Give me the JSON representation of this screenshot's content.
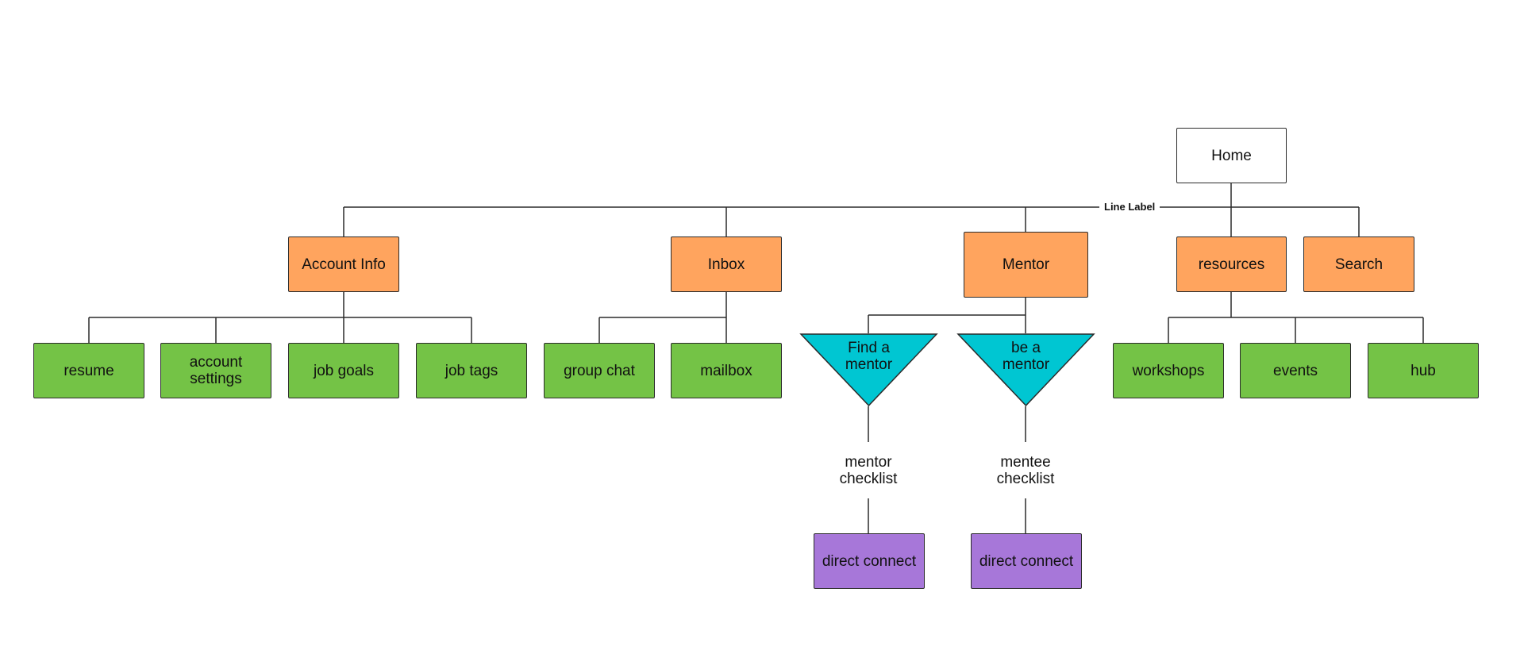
{
  "colors": {
    "root": "#ffffff",
    "section": "#ffa45e",
    "leaf": "#74c346",
    "decision": "#00c6d2",
    "action": "#a777d9",
    "line": "#2b2b2b"
  },
  "diagram": {
    "line_label": "Line Label",
    "nodes": {
      "home": "Home",
      "account_info": "Account Info",
      "inbox": "Inbox",
      "mentor": "Mentor",
      "resources": "resources",
      "search": "Search",
      "resume": "resume",
      "account_settings": "account\nsettings",
      "job_goals": "job goals",
      "job_tags": "job tags",
      "group_chat": "group chat",
      "mailbox": "mailbox",
      "find_a_mentor": "Find a\nmentor",
      "be_a_mentor": "be a\nmentor",
      "workshops": "workshops",
      "events": "events",
      "hub": "hub",
      "mentor_checklist": "mentor\nchecklist",
      "mentee_checklist": "mentee\nchecklist",
      "direct_connect_1": "direct connect",
      "direct_connect_2": "direct connect"
    }
  }
}
